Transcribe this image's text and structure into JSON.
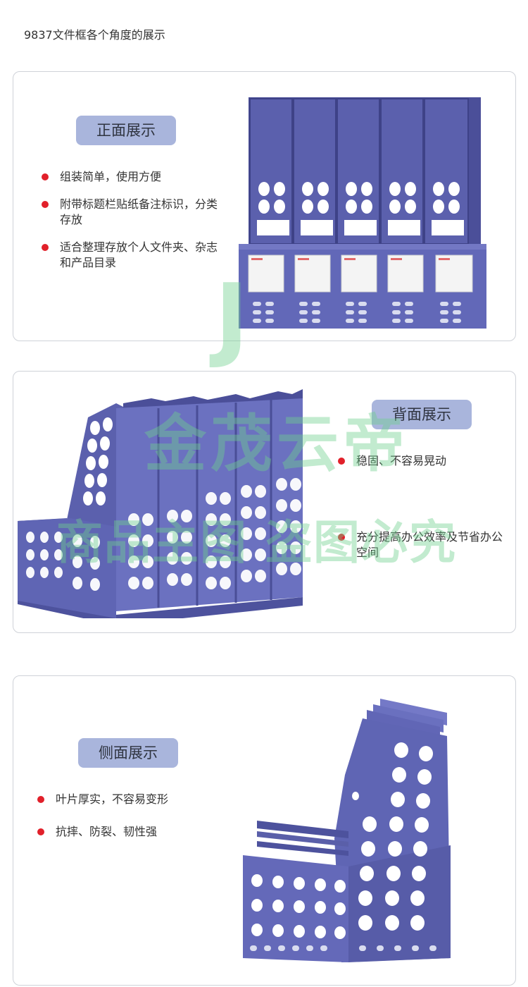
{
  "page": {
    "title": "9837文件框各个角度的展示"
  },
  "sections": [
    {
      "heading": "正面展示",
      "bullets": [
        "组装简单，使用方便",
        "附带标题栏贴纸备注标识，分类存放",
        "适合整理存放个人文件夹、杂志和产品目录"
      ]
    },
    {
      "heading": "背面展示",
      "bullets": [
        "稳固、不容易晃动",
        "充分提高办公效率及节省办公空间"
      ]
    },
    {
      "heading": "侧面展示",
      "bullets": [
        "叶片厚实，不容易变形",
        "抗摔、防裂、韧性强"
      ]
    }
  ],
  "watermark": {
    "logo_letter": "J",
    "line1": "金茂云帝",
    "line2": "商品主图 盗图必究"
  },
  "colors": {
    "accent_pill": "#a9b5dc",
    "bullet": "#e1202a",
    "product": "#5f65b4",
    "watermark": "#6fd08e"
  }
}
